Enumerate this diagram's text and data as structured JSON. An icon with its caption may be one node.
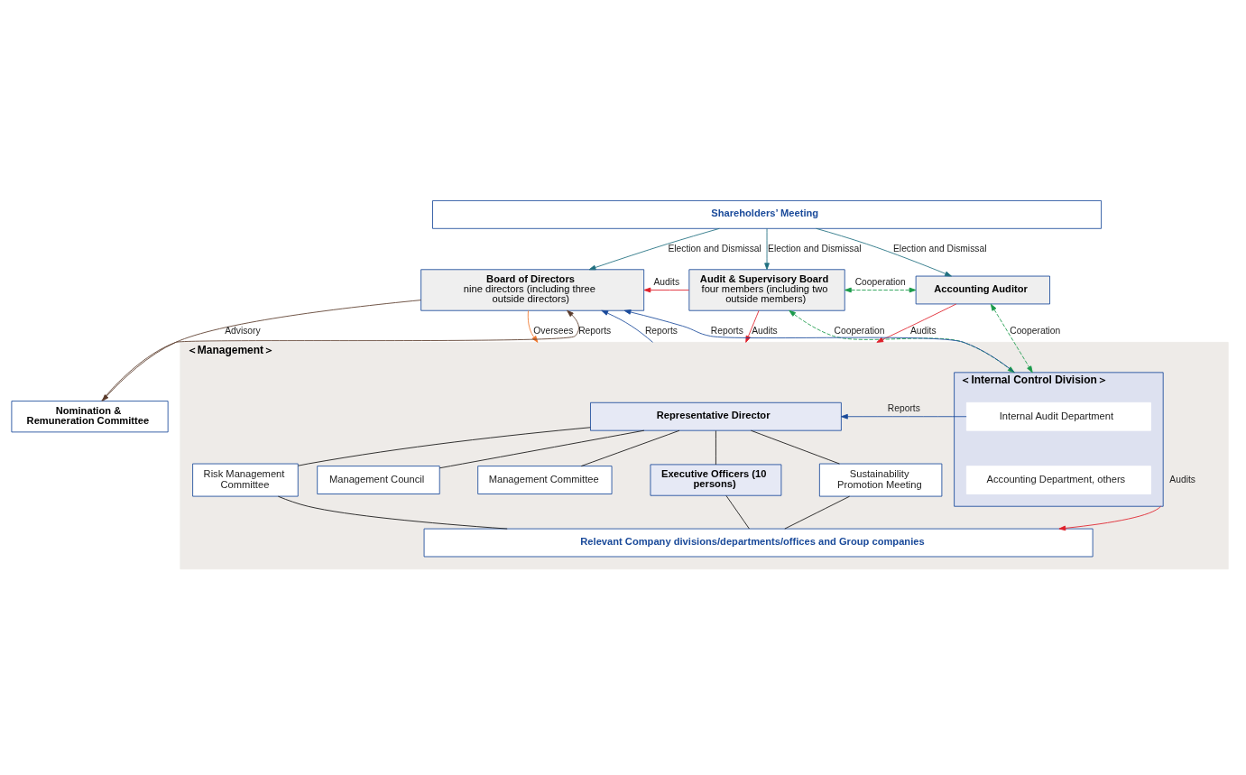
{
  "diagram": {
    "nodes": [
      {
        "text": [
          "Shareholders’ Meeting"
        ]
      },
      {
        "text": [
          "Board of Directors",
          "nine directors (including three outside directors)"
        ]
      },
      {
        "text": [
          "Audit & Supervisory Board",
          "four members (including two outside members)"
        ]
      },
      {
        "text": [
          "Accounting Auditor"
        ]
      },
      {
        "text": [
          "Nomination & Remuneration Committee"
        ]
      },
      {
        "text": [
          "＜Management＞"
        ]
      },
      {
        "text": [
          "Representative Director"
        ],
        "in": 5
      },
      {
        "text": [
          "＜Internal Control Division＞"
        ],
        "in": 5
      },
      {
        "text": [
          "Internal Audit Department"
        ],
        "in": 7
      },
      {
        "text": [
          "Accounting Department, others"
        ],
        "in": 7
      },
      {
        "text": [
          "Management Council"
        ],
        "in": 5
      },
      {
        "text": [
          "Management Committee"
        ],
        "in": 5
      },
      {
        "text": [
          "Executive Officers (10 persons)"
        ],
        "in": 5
      },
      {
        "text": [
          "Sustainability Promotion Meeting"
        ],
        "in": 5
      },
      {
        "text": [
          "Risk Management Committee"
        ],
        "in": 5
      },
      {
        "text": [
          "Relevant Company divisions/departments/offices and Group companies"
        ],
        "in": 5
      }
    ],
    "edges": [
      {
        "from": 0,
        "to": 1,
        "arrow": "to",
        "label": "Election and Dismissal",
        "color": "#1f6f80"
      },
      {
        "from": 0,
        "to": 2,
        "arrow": "to",
        "label": "Election and Dismissal",
        "color": "#1f6f80"
      },
      {
        "from": 0,
        "to": 3,
        "arrow": "to",
        "label": "Election and Dismissal",
        "color": "#1f6f80"
      },
      {
        "from": 2,
        "to": 1,
        "arrow": "to",
        "label": "Audits",
        "color": "#e0202a"
      },
      {
        "from": 2,
        "to": 3,
        "arrow": "both",
        "label": "Cooperation",
        "style": "dashed",
        "color": "#1a9a4a"
      },
      {
        "from": 1,
        "to": 4,
        "arrow": "to",
        "label": "Advisory",
        "color": "#5a3a2a"
      },
      {
        "from": 4,
        "to": 1,
        "arrow": "to",
        "label": "Reports",
        "color": "#5a3a2a"
      },
      {
        "from": 1,
        "to": 5,
        "arrow": "to",
        "label": "Oversees",
        "color": "#f07830"
      },
      {
        "from": 5,
        "to": 1,
        "arrow": "to",
        "label": "Reports",
        "color": "#1a4a9a"
      },
      {
        "from": 7,
        "to": 1,
        "arrow": "to",
        "label": "Reports",
        "color": "#1a4a9a"
      },
      {
        "from": 2,
        "to": 5,
        "arrow": "to",
        "label": "Audits",
        "color": "#e0202a"
      },
      {
        "from": 2,
        "to": 7,
        "arrow": "both",
        "label": "Cooperation",
        "style": "dashed",
        "color": "#1a9a4a"
      },
      {
        "from": 3,
        "to": 5,
        "arrow": "to",
        "label": "Audits",
        "color": "#e0202a"
      },
      {
        "from": 3,
        "to": 7,
        "arrow": "both",
        "label": "Cooperation",
        "style": "dashed",
        "color": "#1a9a4a"
      },
      {
        "from": 8,
        "to": 6,
        "arrow": "to",
        "label": "Reports",
        "color": "#1a4a9a"
      },
      {
        "from": 7,
        "to": 15,
        "arrow": "to",
        "label": "Audits",
        "color": "#e0202a"
      },
      {
        "from": 6,
        "to": 10,
        "arrow": "none"
      },
      {
        "from": 6,
        "to": 11,
        "arrow": "none"
      },
      {
        "from": 6,
        "to": 12,
        "arrow": "none"
      },
      {
        "from": 6,
        "to": 13,
        "arrow": "none"
      },
      {
        "from": 6,
        "to": 14,
        "arrow": "none"
      },
      {
        "from": 12,
        "to": 15,
        "arrow": "none"
      },
      {
        "from": 13,
        "to": 15,
        "arrow": "none"
      },
      {
        "from": 14,
        "to": 15,
        "arrow": "none"
      }
    ]
  }
}
